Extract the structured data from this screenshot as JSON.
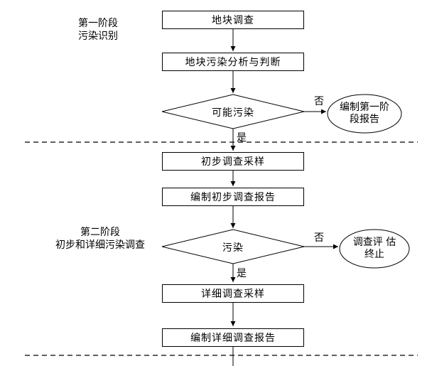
{
  "diagram": {
    "stage1": {
      "line1": "第一阶段",
      "line2": "污染识别"
    },
    "stage2": {
      "line1": "第二阶段",
      "line2": "初步和详细污染调查"
    },
    "boxes": {
      "survey": "地块调查",
      "analysis": "地块污染分析与判断",
      "prelim_sampling": "初步调查采样",
      "prelim_report": "编制初步调查报告",
      "detail_sampling": "详细调查采样",
      "detail_report": "编制详细调查报告"
    },
    "decisions": {
      "possible_pollution": "可能污染",
      "pollution": "污染"
    },
    "terminals": {
      "stage1_report": {
        "line1": "编制第一阶",
        "line2": "段报告"
      },
      "end": {
        "line1": "调查评 估",
        "line2": "终止"
      }
    },
    "branch_labels": {
      "yes1": "是",
      "no1": "否",
      "yes2": "是",
      "no2": "否"
    }
  },
  "colors": {
    "stroke": "#000000",
    "background": "#ffffff"
  }
}
